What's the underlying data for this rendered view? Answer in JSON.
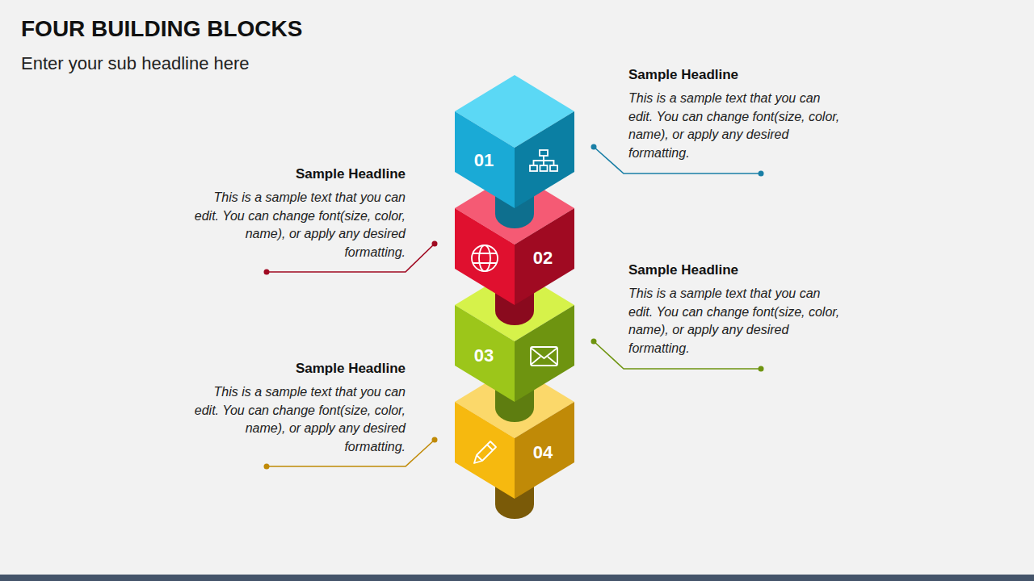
{
  "diagram": {
    "title": "FOUR BUILDING BLOCKS",
    "nodes": [
      {
        "text": [
          "01",
          "Sample Headline",
          "This is a sample text that you can edit. You can change font(size, color, name), or apply any desired formatting."
        ]
      },
      {
        "text": [
          "02",
          "Sample Headline",
          "This is a sample text that you can edit. You can change font(size, color, name), or apply any desired formatting."
        ]
      },
      {
        "text": [
          "03",
          "Sample Headline",
          "This is a sample text that you can edit. You can change font(size, color, name), or apply any desired formatting."
        ]
      },
      {
        "text": [
          "04",
          "Sample Headline",
          "This is a sample text that you can edit. You can change font(size, color, name), or apply any desired formatting."
        ]
      }
    ],
    "labels": [
      "Enter your sub headline here"
    ]
  }
}
